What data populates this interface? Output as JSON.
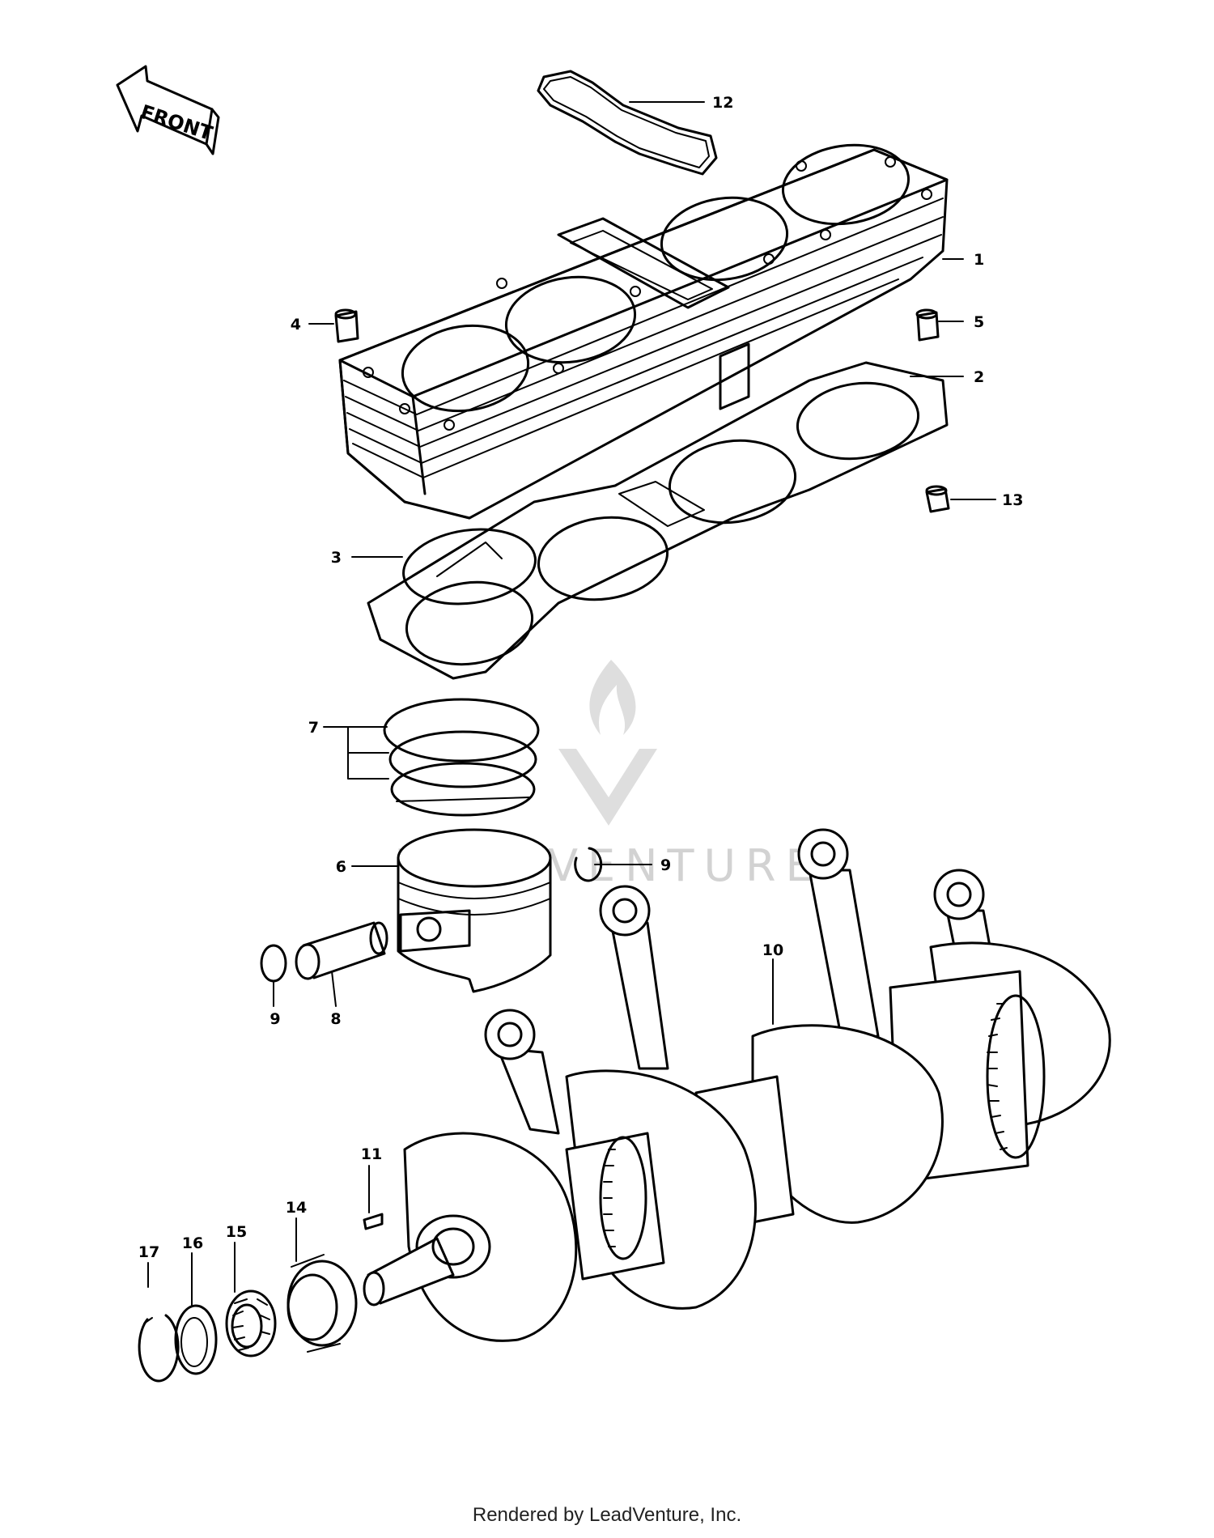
{
  "front_arrow": {
    "label": "FRONT"
  },
  "watermark": {
    "text": "LEADVENTURE",
    "logo_icon": "leadventure-logo-icon"
  },
  "callouts": [
    {
      "id": "1",
      "part": "cylinder-block"
    },
    {
      "id": "2",
      "part": "cylinder-base-gasket"
    },
    {
      "id": "3",
      "part": "o-ring"
    },
    {
      "id": "4",
      "part": "dowel-pin"
    },
    {
      "id": "5",
      "part": "dowel-pin"
    },
    {
      "id": "6",
      "part": "piston"
    },
    {
      "id": "7",
      "part": "piston-ring-set"
    },
    {
      "id": "8",
      "part": "piston-pin"
    },
    {
      "id": "9",
      "part": "piston-pin-clip"
    },
    {
      "id": "9",
      "part": "piston-pin-clip"
    },
    {
      "id": "10",
      "part": "crankshaft-assembly"
    },
    {
      "id": "11",
      "part": "woodruff-key"
    },
    {
      "id": "12",
      "part": "gasket"
    },
    {
      "id": "13",
      "part": "cap"
    },
    {
      "id": "14",
      "part": "oil-seal"
    },
    {
      "id": "15",
      "part": "needle-bearing"
    },
    {
      "id": "16",
      "part": "washer"
    },
    {
      "id": "17",
      "part": "circlip"
    }
  ],
  "footer": {
    "text": "Rendered by LeadVenture, Inc."
  }
}
